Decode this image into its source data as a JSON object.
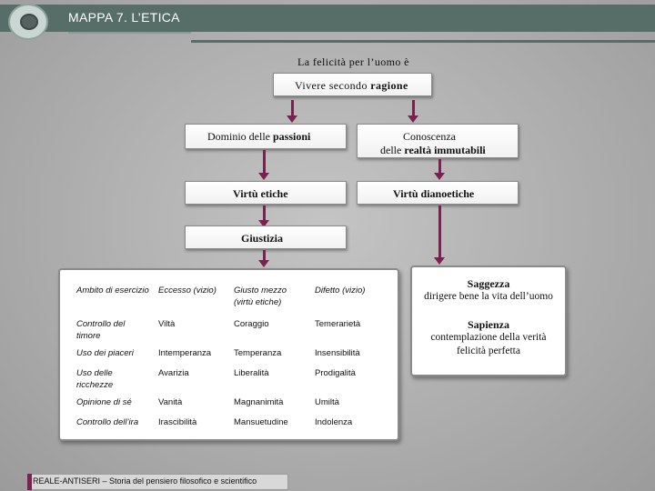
{
  "header": {
    "title": "MAPPA 7. L’ETICA"
  },
  "map": {
    "felicita": "La felicità per l’uomo è",
    "vivere_pre": "Vivere secondo ",
    "vivere_bold": "ragione",
    "dominio_pre": "Dominio delle ",
    "dominio_bold": "passioni",
    "conoscenza_line1": "Conoscenza",
    "conoscenza_pre": "delle ",
    "conoscenza_bold": "realtà immutabili",
    "virtu_etiche": "Virtù etiche",
    "virtu_dianoetiche": "Virtù dianoetiche",
    "giustizia": "Giustizia"
  },
  "table": {
    "headers": [
      "Ambito di esercizio",
      "Eccesso (vizio)",
      "Giusto mezzo (virtù etiche)",
      "Difetto (vizio)"
    ],
    "rows": [
      [
        "Controllo del timore",
        "Viltà",
        "Coraggio",
        "Temerarietà"
      ],
      [
        "Uso dei piaceri",
        "Intemperanza",
        "Temperanza",
        "Insensibilità"
      ],
      [
        "Uso delle ricchezze",
        "Avarizia",
        "Liberalità",
        "Prodigalità"
      ],
      [
        "Opinione di sé",
        "Vanità",
        "Magnanimità",
        "Umiltà"
      ],
      [
        "Controllo dell’ira",
        "Irascibilità",
        "Mansuetudine",
        "Indolenza"
      ]
    ]
  },
  "dianoetiche": {
    "saggezza_title": "Saggezza",
    "saggezza_desc": "dirigere bene la vita dell’uomo",
    "sapienza_title": "Sapienza",
    "sapienza_desc1": "contemplazione della verità",
    "sapienza_desc2": "felicità perfetta"
  },
  "footer": {
    "text": "REALE-ANTISERI – Storia del pensiero filosofico e scientifico"
  },
  "colors": {
    "header_bar": "#566d68",
    "arrow": "#7a2152",
    "background": "#b2b2b2"
  }
}
